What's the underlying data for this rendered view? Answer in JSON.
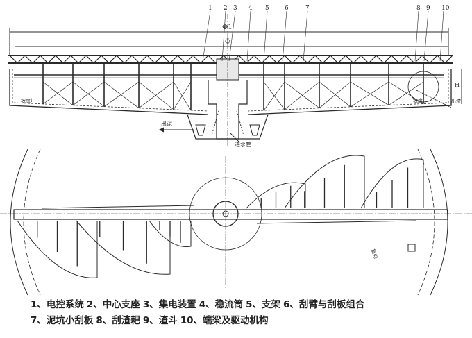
{
  "elevation": {
    "part_numbers": [
      "1",
      "2",
      "3",
      "4",
      "5",
      "6",
      "7",
      "8",
      "9",
      "10"
    ],
    "dim_outer": "Φ1",
    "dim_inner": "Φ",
    "slope_left": "坡度i",
    "slope_right": "坡度i",
    "scum_out": "出渣",
    "sludge_out": "出泥",
    "inlet_pipe": "进水管",
    "height_dim": "H"
  },
  "plan": {
    "rotation_label": "旋向"
  },
  "legend": {
    "line1": [
      "1、电控系统",
      "2、中心支座",
      "3、集电装置",
      "4、稳流筒",
      "5、支架",
      "6、刮臂与刮板组合"
    ],
    "line2": [
      "7、泥坑小刮板",
      "8、刮渣耙",
      "9、渣斗",
      "10、端梁及驱动机构"
    ]
  },
  "colors": {
    "ink": "#2a2a2a",
    "background": "#ffffff"
  }
}
